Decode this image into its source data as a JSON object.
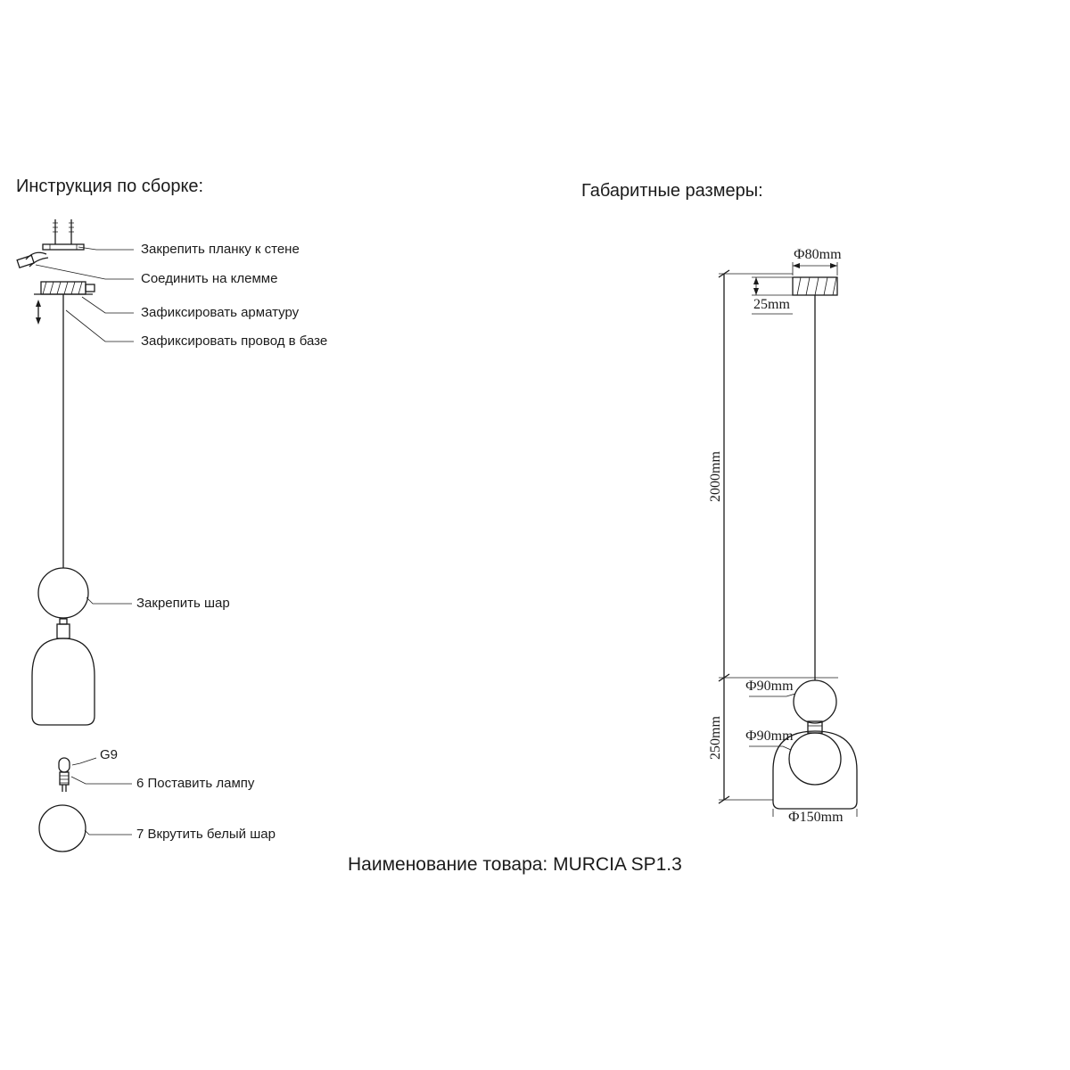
{
  "titles": {
    "assembly": "Инструкция по сборке:",
    "dimensions": "Габаритные размеры:",
    "product": "Наименование товара: MURCIA SP1.3"
  },
  "assembly": {
    "steps": [
      "Закрепить планку к стене",
      "Соединить на клемме",
      "Зафиксировать арматуру",
      "Зафиксировать провод в базе",
      "Закрепить шар",
      "6 Поставить лампу",
      "7 Вкрутить белый шар"
    ],
    "lamp_type": "G9"
  },
  "dims": {
    "canopy_diameter": "Ф80mm",
    "canopy_height": "25mm",
    "cable_length": "2000mm",
    "ball1_diameter": "Ф90mm",
    "ball2_diameter": "Ф90mm",
    "body_height": "250mm",
    "shade_diameter": "Ф150mm"
  }
}
